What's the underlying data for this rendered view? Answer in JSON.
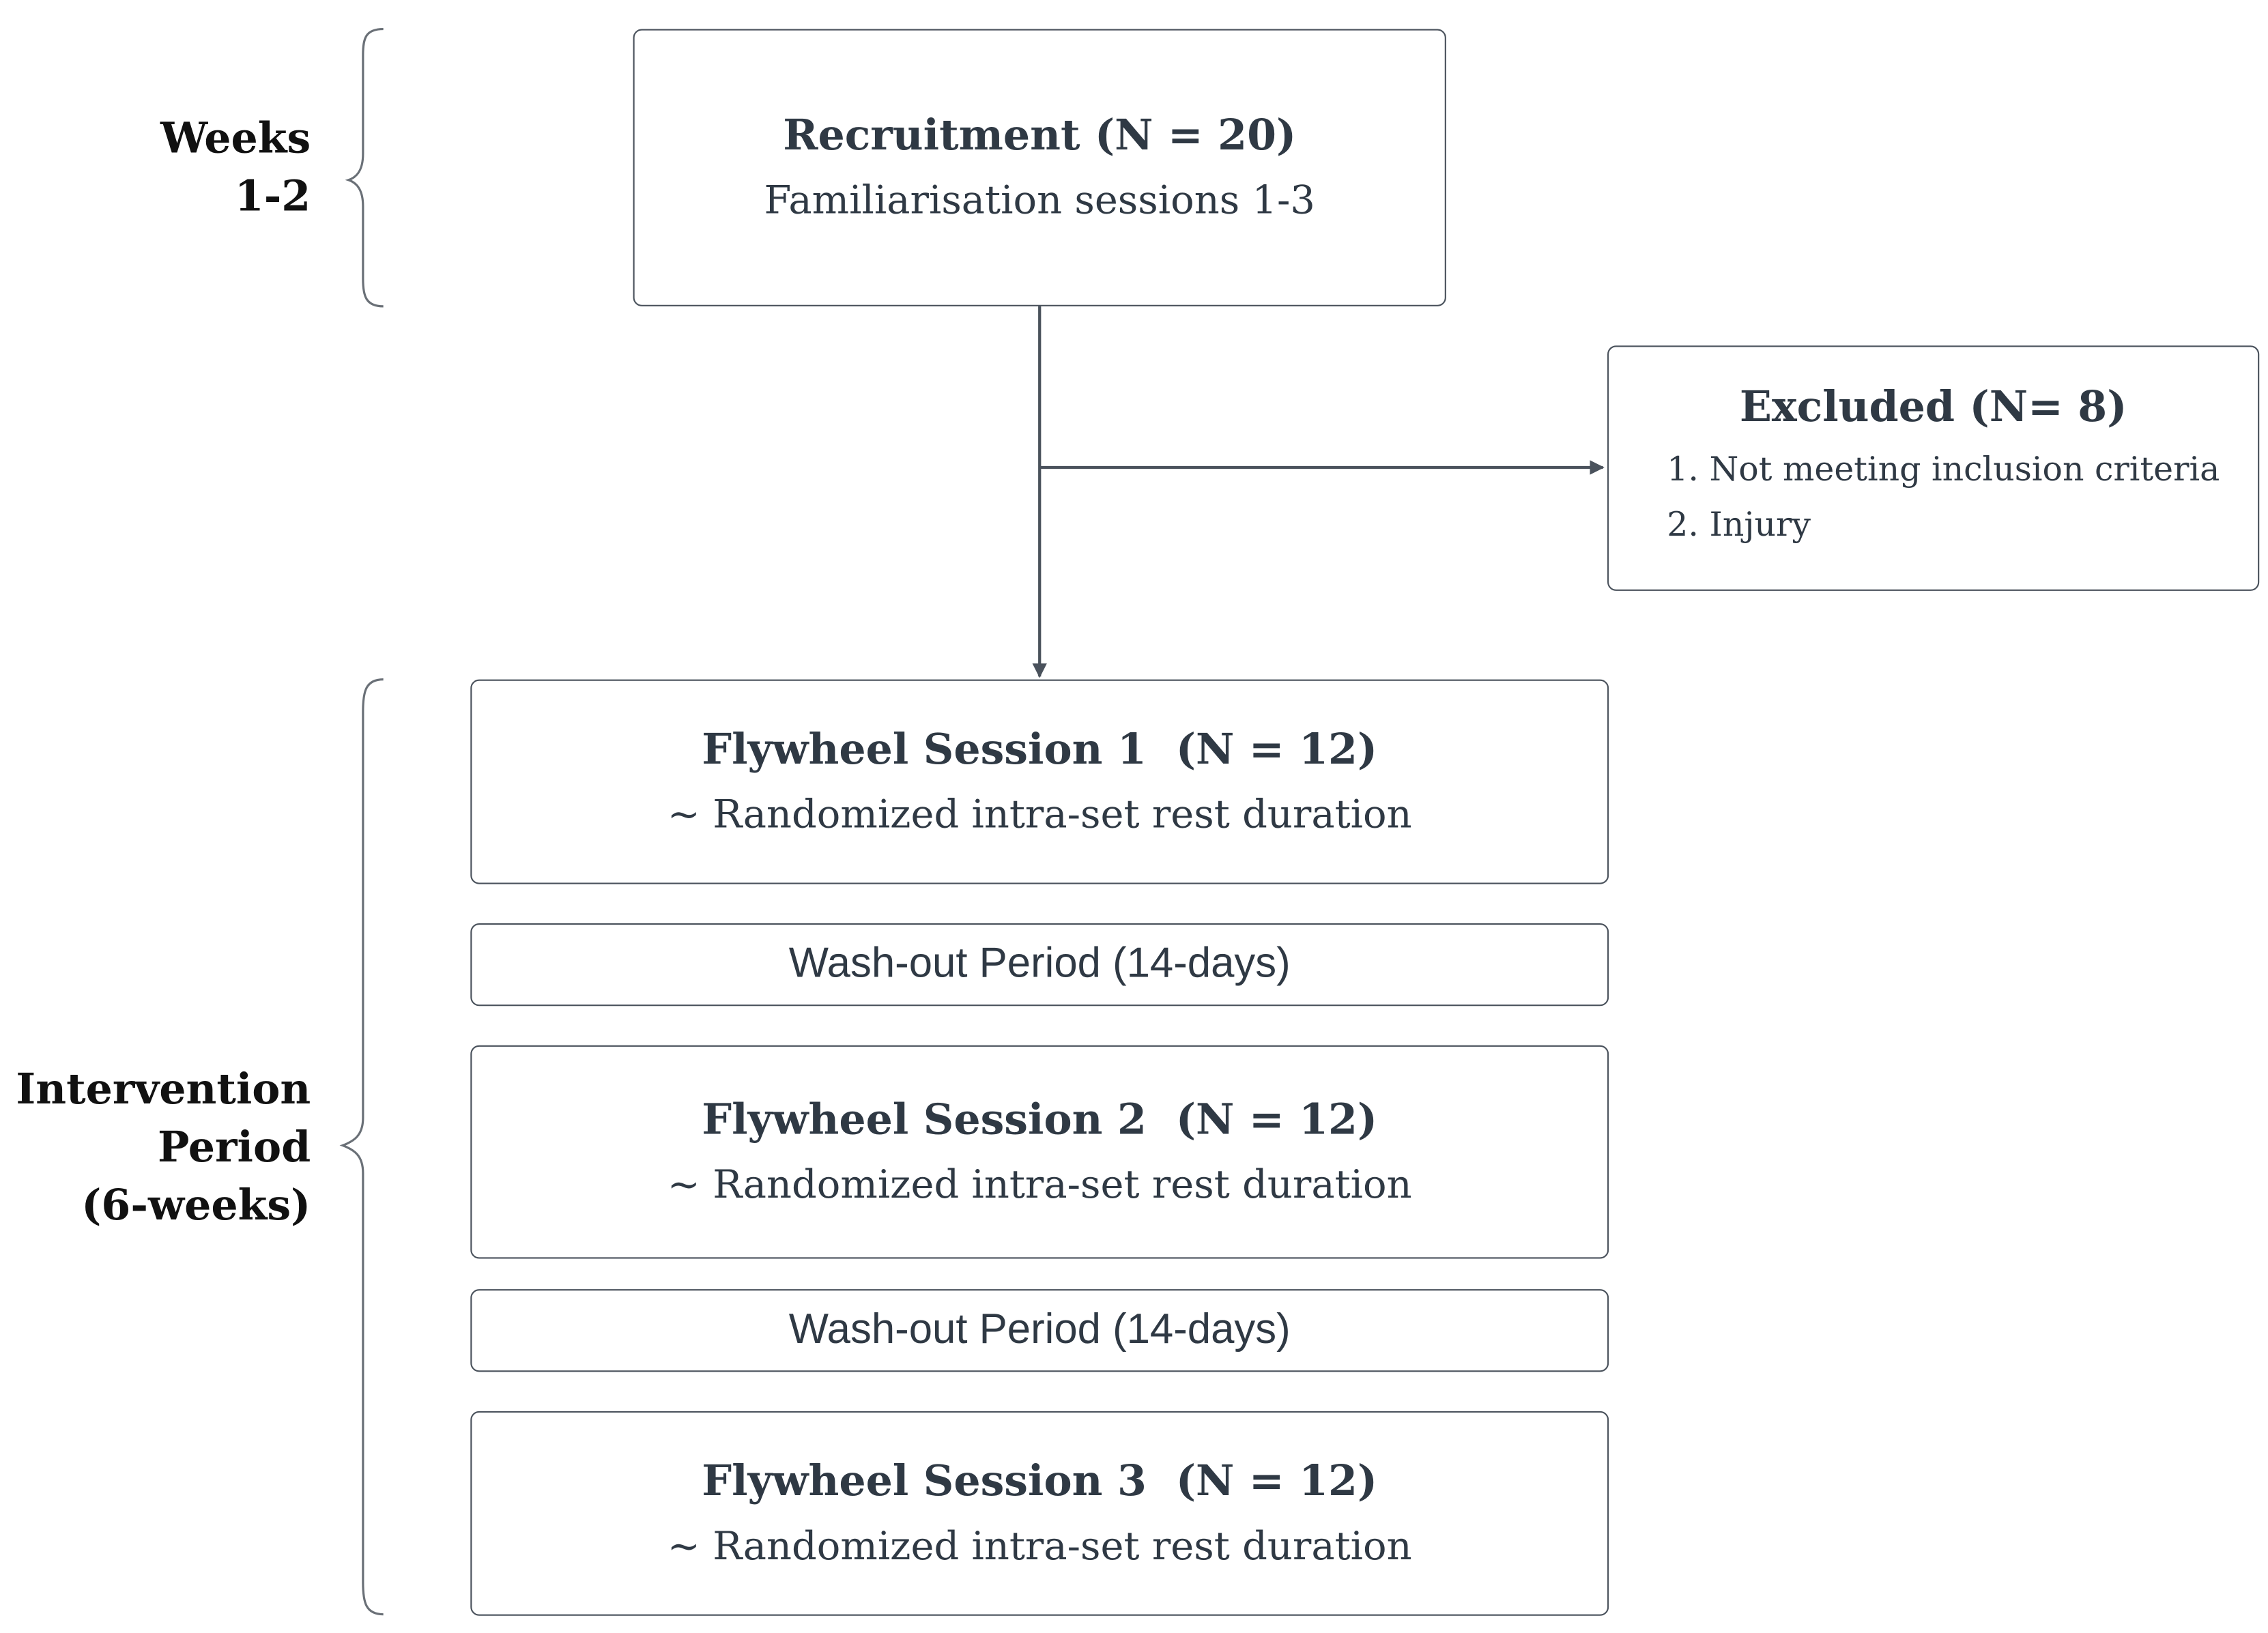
{
  "brackets": {
    "weeks": {
      "line1": "Weeks",
      "line2": "1-2"
    },
    "intervention": {
      "line1": "Intervention",
      "line2": "Period",
      "line3": "(6-weeks)"
    }
  },
  "recruitment": {
    "title": "Recruitment (N = 20)",
    "subtitle": "Familiarisation sessions 1-3"
  },
  "excluded": {
    "title": "Excluded (N= 8)",
    "items": [
      "1. Not meeting inclusion criteria",
      "2. Injury"
    ]
  },
  "sessions": [
    {
      "title": "Flywheel Session 1  (N = 12)",
      "subtitle": "~ Randomized intra-set rest duration"
    },
    {
      "title": "Flywheel Session 2  (N = 12)",
      "subtitle": "~ Randomized intra-set rest duration"
    },
    {
      "title": "Flywheel Session 3  (N = 12)",
      "subtitle": "~ Randomized intra-set rest duration"
    }
  ],
  "washouts": [
    {
      "label": "Wash-out Period (14-days)"
    },
    {
      "label": "Wash-out Period (14-days)"
    }
  ],
  "colors": {
    "line": "#4a525c",
    "text": "#2f3944",
    "side_text": "#111111",
    "background": "#ffffff"
  }
}
